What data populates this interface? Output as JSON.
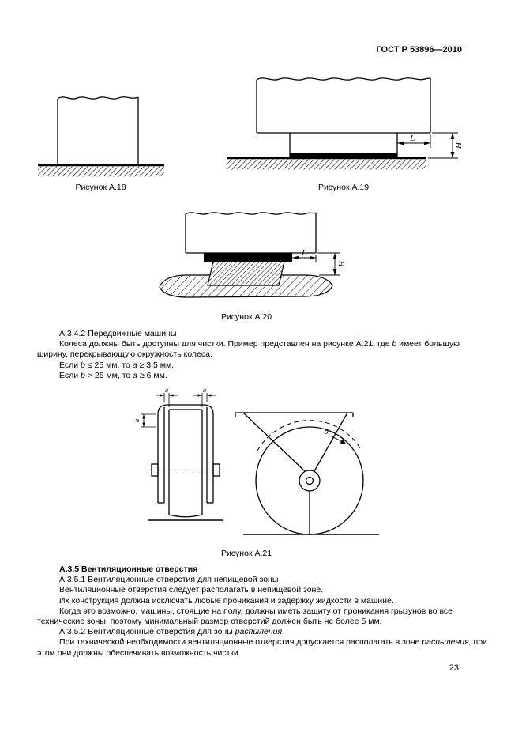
{
  "header": {
    "doc_number": "ГОСТ Р 53896—2010"
  },
  "figures": {
    "a18": {
      "caption": "Рисунок А.18"
    },
    "a19": {
      "caption": "Рисунок А.19",
      "dim_l": "L",
      "dim_h": "H"
    },
    "a20": {
      "caption": "Рисунок А.20",
      "dim_l": "L",
      "dim_h": "H"
    },
    "a21": {
      "caption": "Рисунок А.21",
      "dim_a": "a",
      "dim_b": "b"
    }
  },
  "section_a342": {
    "title": "А.3.4.2 Передвижные машины",
    "p1_text1": "Колеса должны быть доступны для чистки. Пример представлен на рисунке А.21, где ",
    "p1_var": "b",
    "p1_text2": " имеет большую ширину, перекрывающую окружность колеса.",
    "p2_text1": "Если ",
    "p2_var1": "b",
    "p2_text2": " ≤ 25 мм, то ",
    "p2_var2": "а",
    "p2_text3": " ≥ 3,5 мм.",
    "p3_text1": "Если ",
    "p3_var1": "b",
    "p3_text2": " > 25 мм, то ",
    "p3_var2": "а",
    "p3_text3": " ≥ 6 мм."
  },
  "section_a35": {
    "title": "А.3.5 Вентиляционные отверстия",
    "s351_title": "А.3.5.1 Вентиляционные отверстия для непищевой зоны",
    "s351_p1": "Вентиляционные отверстия следует располагать в непищевой зоне.",
    "s351_p2": "Их конструкция должна исключать любые проникания и задержку жидкости в машине.",
    "s351_p3": "Когда это возможно, машины, стоящие на полу, должны иметь защиту от проникания грызунов во все технические зоны, поэтому минимальный размер отверстий должен быть не более 5 мм.",
    "s352_title_text": "А.3.5.2 Вентиляционные отверстия для зоны ",
    "s352_title_var": "распыления",
    "s352_p1_text1": "При технической необходимости вентиляционные отверстия допускается располагать в зоне ",
    "s352_p1_var": "распыления,",
    "s352_p1_text2": " при этом они должны обеспечивать возможность чистки."
  },
  "footer": {
    "page_number": "23"
  }
}
